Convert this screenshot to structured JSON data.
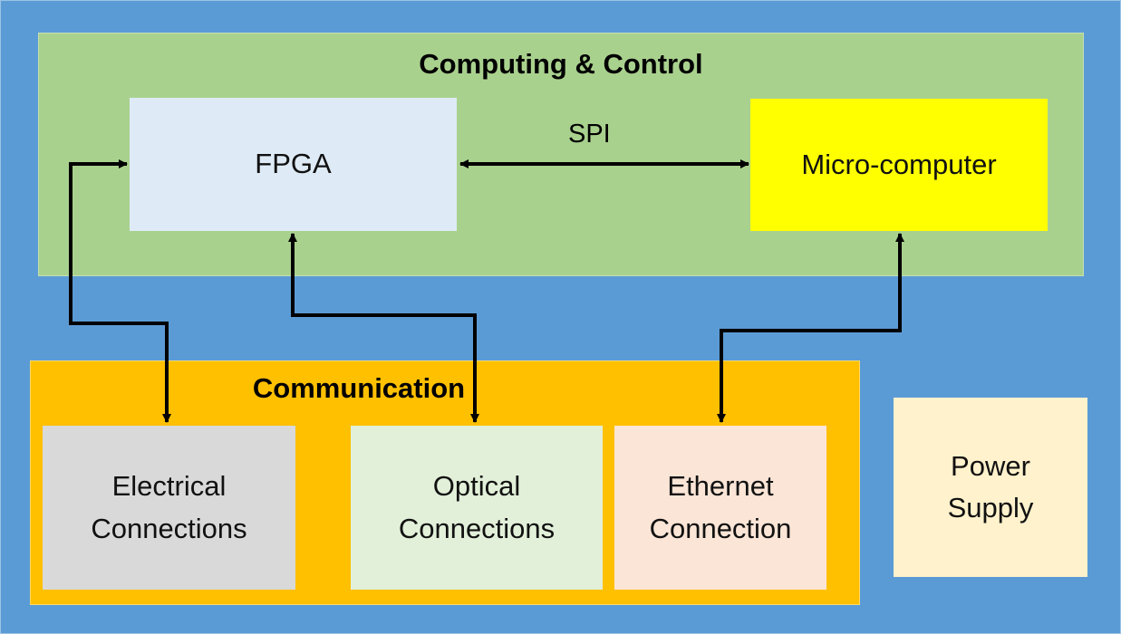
{
  "groups": {
    "computing": {
      "title": "Computing & Control"
    },
    "communication": {
      "title": "Communication"
    }
  },
  "blocks": {
    "fpga": {
      "label": "FPGA"
    },
    "micro": {
      "label": "Micro-computer"
    },
    "electrical": {
      "line1": "Electrical",
      "line2": "Connections"
    },
    "optical": {
      "line1": "Optical",
      "line2": "Connections"
    },
    "ethernet": {
      "line1": "Ethernet",
      "line2": "Connection"
    },
    "power": {
      "line1": "Power",
      "line2": "Supply"
    }
  },
  "links": {
    "spi": {
      "label": "SPI"
    }
  },
  "colors": {
    "background": "#5b9bd5",
    "computing_group": "#a9d18e",
    "communication_group": "#ffc000",
    "fpga": "#deebf7",
    "micro": "#ffff00",
    "electrical": "#d9d9d9",
    "optical": "#e2f0d9",
    "ethernet": "#fbe5d6",
    "power": "#fff2cc"
  }
}
